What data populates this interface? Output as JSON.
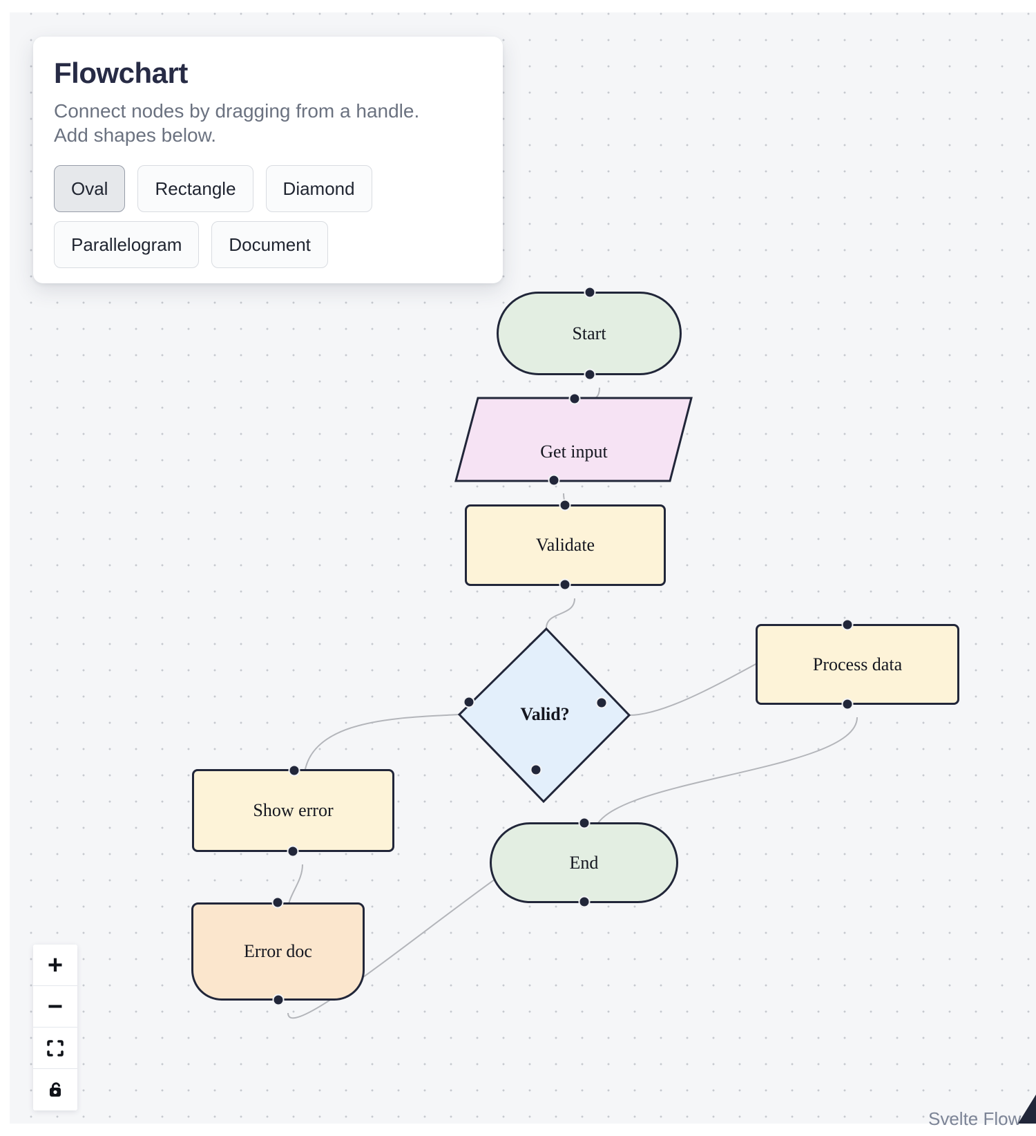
{
  "panel": {
    "title": "Flowchart",
    "description": "Connect nodes by dragging from a handle. Add shapes below.",
    "shape_buttons": [
      {
        "label": "Oval",
        "active": true
      },
      {
        "label": "Rectangle",
        "active": false
      },
      {
        "label": "Diamond",
        "active": false
      },
      {
        "label": "Parallelogram",
        "active": false
      },
      {
        "label": "Document",
        "active": false
      }
    ]
  },
  "nodes": [
    {
      "id": "start",
      "label": "Start",
      "shape": "oval",
      "fill": "#e3eee2"
    },
    {
      "id": "get-input",
      "label": "Get input",
      "shape": "parallelogram",
      "fill": "#f6e3f4"
    },
    {
      "id": "validate",
      "label": "Validate",
      "shape": "rectangle",
      "fill": "#fdf3d8"
    },
    {
      "id": "valid",
      "label": "Valid?",
      "shape": "diamond",
      "fill": "#e3effb"
    },
    {
      "id": "process-data",
      "label": "Process data",
      "shape": "rectangle",
      "fill": "#fdf3d8"
    },
    {
      "id": "show-error",
      "label": "Show error",
      "shape": "rectangle",
      "fill": "#fdf3d8"
    },
    {
      "id": "end",
      "label": "End",
      "shape": "oval",
      "fill": "#e3eee2"
    },
    {
      "id": "error-doc",
      "label": "Error doc",
      "shape": "document",
      "fill": "#fbe6cd"
    }
  ],
  "edges": [
    {
      "from": "start",
      "to": "get-input"
    },
    {
      "from": "get-input",
      "to": "validate"
    },
    {
      "from": "validate",
      "to": "valid"
    },
    {
      "from": "valid",
      "to": "show-error"
    },
    {
      "from": "valid",
      "to": "process-data"
    },
    {
      "from": "process-data",
      "to": "end"
    },
    {
      "from": "show-error",
      "to": "error-doc"
    },
    {
      "from": "error-doc",
      "to": "end"
    }
  ],
  "controls": {
    "zoom_in_glyph": "+",
    "zoom_out_glyph": "−",
    "items": [
      "zoom-in",
      "zoom-out",
      "fit-view",
      "toggle-interactivity"
    ]
  },
  "attribution": "Svelte Flow",
  "colors": {
    "canvas_bg": "#f5f6f8",
    "grid_dot": "#c6c9cf",
    "node_border": "#212639",
    "edge": "#b3b5ba",
    "oval_fill": "#e3eee2",
    "rect_fill": "#fdf3d8",
    "parallelogram_fill": "#f6e3f4",
    "diamond_fill": "#e3effb",
    "document_fill": "#fbe6cd",
    "title_text": "#272b45",
    "muted_text": "#6b7280"
  }
}
